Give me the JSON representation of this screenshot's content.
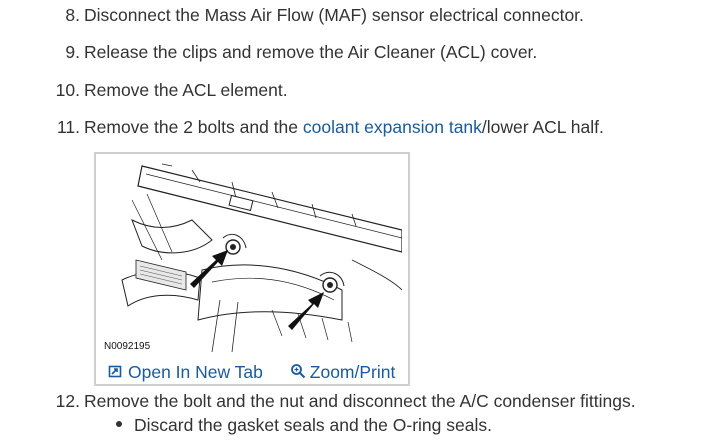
{
  "steps": [
    {
      "number": "8.",
      "text": "Disconnect the Mass Air Flow (MAF) sensor electrical connector."
    },
    {
      "number": "9.",
      "text": "Release the clips and remove the Air Cleaner (ACL) cover."
    },
    {
      "number": "10.",
      "text": "Remove the ACL element."
    },
    {
      "number": "11.",
      "text_before": "Remove the 2 bolts and the ",
      "link": "coolant expansion tank",
      "text_after": "/lower ACL half."
    },
    {
      "number": "12.",
      "text": "Remove the bolt and the nut and disconnect the A/C condenser fittings."
    }
  ],
  "figure": {
    "id": "N0092195",
    "open_label": "Open In New Tab",
    "zoom_label": "Zoom/Print",
    "open_icon": "open-new-tab-icon",
    "zoom_icon": "magnifier-icon"
  },
  "bullets": [
    "Discard the gasket seals and the O-ring seals."
  ],
  "colors": {
    "text": "#333333",
    "link": "#1a5a9e",
    "figure_border": "#cfcfcf"
  }
}
